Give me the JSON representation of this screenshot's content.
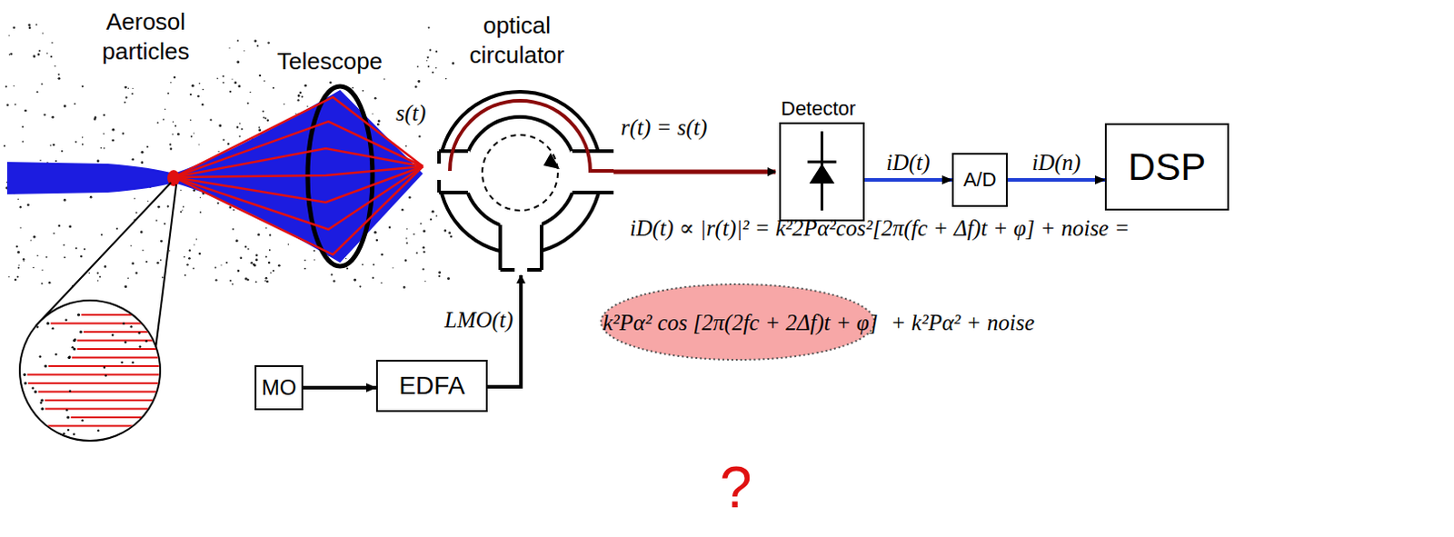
{
  "diagram": {
    "nodes": [
      {
        "text": [
          "Detector"
        ]
      },
      {
        "text": [
          "A/D"
        ]
      },
      {
        "text": [
          "DSP"
        ]
      },
      {
        "text": [
          "MO"
        ]
      },
      {
        "text": [
          "EDFA"
        ]
      }
    ],
    "edges": [
      {
        "from": 0,
        "to": 1,
        "arrow": "to",
        "label": "iD(t)"
      },
      {
        "from": 1,
        "to": 2,
        "arrow": "to",
        "label": "iD(n)"
      },
      {
        "from": 3,
        "to": 4,
        "arrow": "to"
      }
    ],
    "labels": [
      "Aerosol particles",
      "Telescope",
      "optical circulator",
      "s(t)",
      "r(t) = s(t)",
      "LMO(t)",
      "iD(t) ∝ |r(t)|² = k²2Pα²cos²[2π(fc + Δf)t + φ] + noise =",
      "k²Pα² cos [2π(2fc + 2Δf)t + φ]",
      "+ k²Pα² + noise",
      "?"
    ]
  }
}
